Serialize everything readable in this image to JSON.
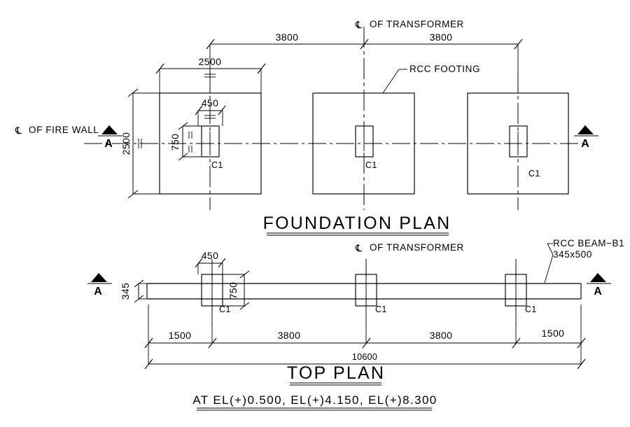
{
  "sheet": {
    "background": "#ffffff",
    "ink": "#000000"
  },
  "foundation_plan": {
    "title": "FOUNDATION  PLAN",
    "centerline_transformer": "OF TRANSFORMER",
    "centerline_firewall": "OF FIRE WALL",
    "centerline_symbol": "℄",
    "note_footing": "RCC FOOTING",
    "section_marker": "A",
    "column_label": "C1",
    "dimensions": {
      "span_left": "3800",
      "span_right": "3800",
      "footing_width": "2500",
      "footing_depth": "2500",
      "column_width": "450",
      "column_depth": "750"
    },
    "footings": [
      {
        "label": "C1"
      },
      {
        "label": "C1"
      },
      {
        "label": "C1"
      }
    ]
  },
  "top_plan": {
    "title": "TOP  PLAN",
    "centerline_transformer": "OF TRANSFORMER",
    "centerline_symbol": "℄",
    "note_beam_line1": "RCC BEAM−B1",
    "note_beam_line2": "345x500",
    "section_marker": "A",
    "column_label": "C1",
    "dimensions": {
      "beam_depth": "345",
      "column_width": "450",
      "column_depth": "750",
      "end_left": "1500",
      "bay_left": "3800",
      "bay_right": "3800",
      "end_right": "1500",
      "overall": "10600"
    },
    "columns": [
      {
        "label": "C1"
      },
      {
        "label": "C1"
      },
      {
        "label": "C1"
      }
    ]
  },
  "caption": "AT  EL(+)0.500,  EL(+)4.150,  EL(+)8.300"
}
